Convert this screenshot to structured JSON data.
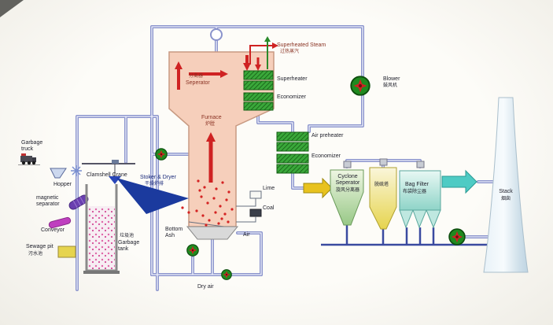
{
  "labels": {
    "garbage_truck": "Garbage\ntruck",
    "hopper": "Hopper",
    "magnetic_separator": "magnetic\nseparator",
    "conveyor": "Conveyor",
    "sewage_pit_en": "Sewage pit",
    "sewage_pit_zh": "污水池",
    "clamshell_crane": "Clamshell Crane",
    "garbage_tank_zh": "垃圾池",
    "garbage_tank_en": "Garbage\ntank",
    "stoker_dryer": "Stoker & Dryer",
    "stoker_dryer_zh": "干燥炉排",
    "separator_zh": "分离器",
    "separator_en": "Seperator",
    "furnace_en": "Furnace",
    "furnace_zh": "炉膛",
    "superheated_steam_en": "Superheated Steam",
    "superheated_steam_zh": "过热蒸汽",
    "superheater": "Superheater",
    "economizer_upper": "Economizer",
    "air_preheater": "Air preheater",
    "economizer_lower": "Economizer",
    "blower_en": "Blower",
    "blower_zh": "鼓风机",
    "lime": "Lime",
    "coal": "Coal",
    "bottom_ash": "Bottom\nAsh",
    "air": "Air",
    "dry_air": "Dry air",
    "cyclone_en": "Cyclone\nSeperator",
    "cyclone_zh": "旋风分离器",
    "desulfurizer_zh": "脱硫塔",
    "bag_filter_en": "Bag Filter",
    "bag_filter_zh": "布袋除尘器",
    "stack_en": "Stack",
    "stack_zh": "烟囱"
  },
  "icons": {
    "blower_fan": "green fan with red impeller",
    "garbage_truck": "truck silhouette",
    "hopper": "funnel",
    "magnetic_separator": "purple drum",
    "conveyor": "magenta roller",
    "clamshell_crane": "crane trolley with blue clamshell bucket",
    "steam_drum": "white circle on pipe"
  },
  "colors": {
    "pipe": "#8a93cc",
    "pipe_dark": "#3a4aa0",
    "furnace": "#f6cfbb",
    "exchanger": "#3aa83a",
    "red": "#cf2222",
    "yellow": "#e8c21e",
    "cyan": "#4ecbc4",
    "stack": "#d4e6f2",
    "cyclone": "#98c887",
    "tower": "#e6d44e",
    "bag": "#8fd4c8",
    "chute": "#1b3a9e"
  }
}
